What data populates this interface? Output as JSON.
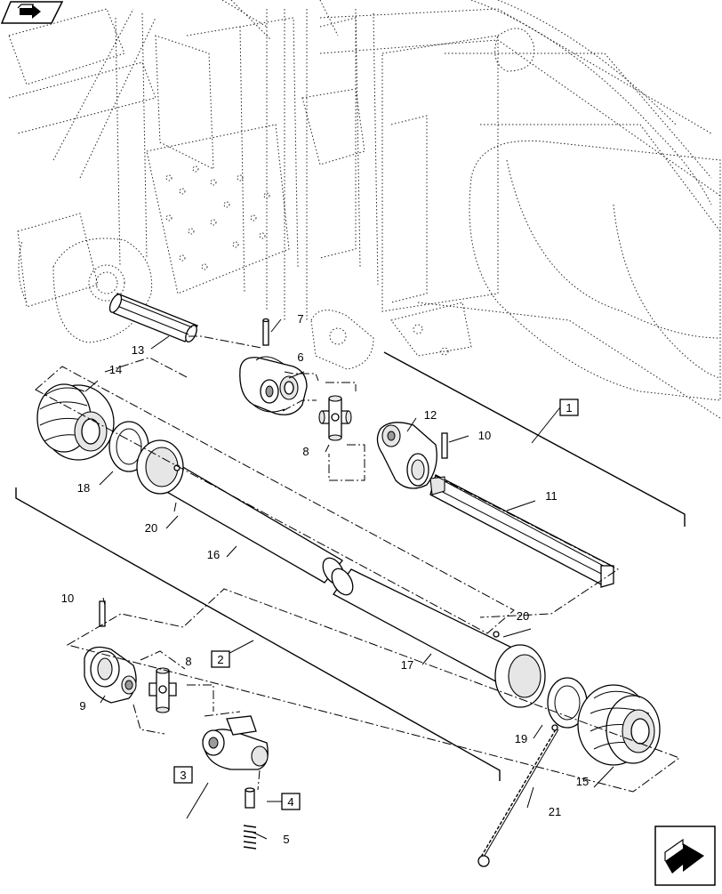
{
  "callouts": {
    "c1": "1",
    "c2": "2",
    "c3": "3",
    "c4": "4",
    "c5": "5",
    "c6": "6",
    "c7": "7",
    "c8a": "8",
    "c8b": "8",
    "c9": "9",
    "c10a": "10",
    "c10b": "10",
    "c11": "11",
    "c12": "12",
    "c13": "13",
    "c14": "14",
    "c15": "15",
    "c16": "16",
    "c17": "17",
    "c18": "18",
    "c19": "19",
    "c20a": "20",
    "c20b": "20",
    "c21": "21"
  },
  "icons": {
    "top_left": "previous-page-arrow-icon",
    "bottom_right": "next-page-arrow-icon"
  }
}
